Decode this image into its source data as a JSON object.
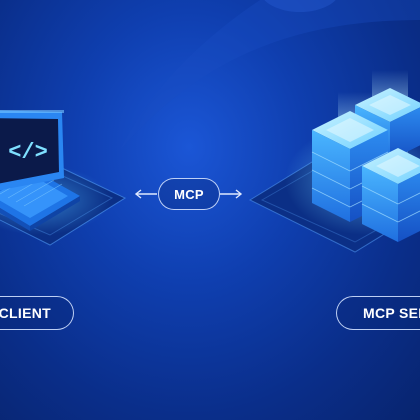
{
  "labels": {
    "client": "P CLIENT",
    "protocol": "MCP",
    "server": "MCP SERV"
  },
  "code_symbol": "</>",
  "icons": [
    "laptop-icon",
    "code-icon",
    "server-stack-icon",
    "arrow-left-icon",
    "arrow-right-icon"
  ],
  "colors": {
    "background": "#0f3fb0",
    "background_dark": "#08246e",
    "glow": "#5cc8ff",
    "screen": "#0b1a4a",
    "code_symbol": "#7fe0ff",
    "text": "#ffffff"
  }
}
